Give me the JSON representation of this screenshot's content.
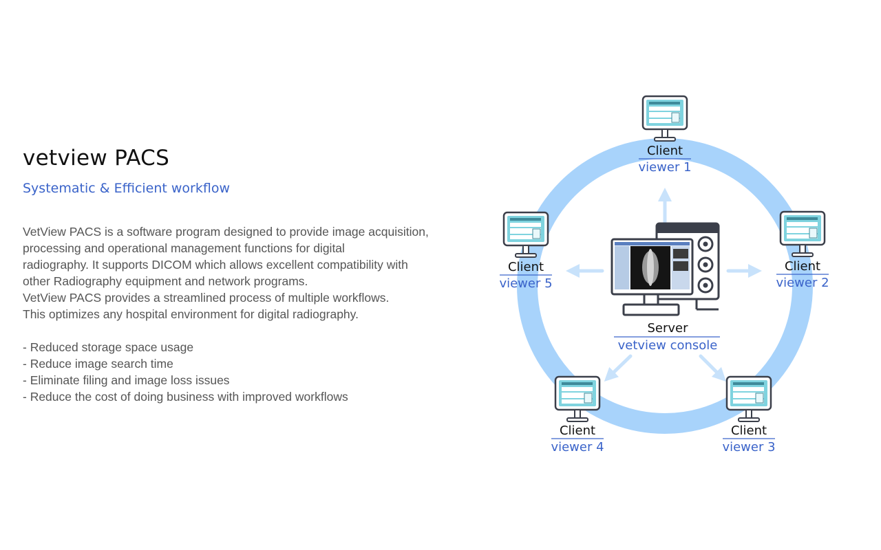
{
  "heading": {
    "title": "vetview PACS",
    "subtitle": "Systematic & Efficient workflow"
  },
  "description": {
    "lines": [
      "VetView PACS is a software program designed to provide image acquisition,",
      "processing and operational management functions for digital",
      "radiography. It supports DICOM which allows excellent compatibility with",
      "other Radiography equipment and network programs.",
      "VetView PACS provides a  streamlined process  of multiple workflows.",
      "This optimizes  any hospital environment for digital radiography."
    ]
  },
  "benefits": [
    "- Reduced storage space usage",
    "- Reduce image search time",
    "- Eliminate filing and image loss issues",
    "- Reduce the cost of doing business with improved workflows"
  ],
  "diagram": {
    "server": {
      "line1": "Server",
      "line2": "vetview console"
    },
    "clients": [
      {
        "line1": "Client",
        "line2": "viewer 1"
      },
      {
        "line1": "Client",
        "line2": "viewer 2"
      },
      {
        "line1": "Client",
        "line2": "viewer 3"
      },
      {
        "line1": "Client",
        "line2": "viewer 4"
      },
      {
        "line1": "Client",
        "line2": "viewer 5"
      }
    ],
    "colors": {
      "ring": "#a8d3fb",
      "arrow": "#c8e2fb",
      "accent": "#3a63c9",
      "screen": "#7fd3df",
      "outline": "#3b3f4a"
    },
    "icons": {
      "client": "monitor-icon",
      "server": "server-workstation-icon"
    }
  }
}
